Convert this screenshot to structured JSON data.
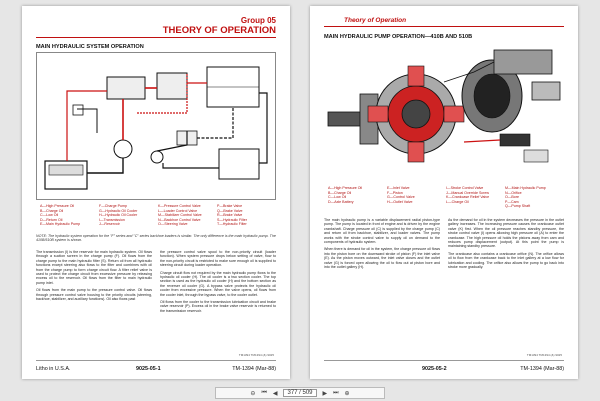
{
  "left_page": {
    "group": "Group 05",
    "title": "THEORY OF OPERATION",
    "section_title": "MAIN HYDRAULIC SYSTEM OPERATION",
    "legend": [
      "A—High Pressure Oil",
      "B—Charge Oil",
      "C—Low Oil",
      "D—Return Oil",
      "E—Main Hydraulic Pump",
      "F—Charge Pump",
      "G—Hydraulic Oil Cooler",
      "H—Hydraulic Oil Cooler",
      "I—Transmission",
      "J—Reservoir",
      "K—Pressure Control Valve",
      "L—Loader Control Valve",
      "M—Stabilizer Control Valve",
      "N—Backhoe Control Valve",
      "O—Steering Valve",
      "P—Brake Valve",
      "Q—Brake Valve",
      "R—Brake Valve",
      "S—Hydraulic Filter",
      "T—Hydraulic Filter"
    ],
    "note": "NOTE: The hydraulic system operation for the \"F\" series and \"C\" series backhoe loaders is similar. The only difference is the main hydraulic pump. The 410B/510B system is shown.",
    "col1": [
      "The transmission (I) is the reservoir for main hydraulic system. Oil flows through a suction screen in the charge pump (F). Oil flows from the charge pump to the main hydraulic filter (S). Return oil from all hydraulic functions except steering also flows to the filter and combines with oil from the charge pump to form charge circuit flow. A filter relief valve is used to protect the charge circuit from excessive pressure by releasing excess oil to the reservoir. Oil flows from the filter to main hydraulic pump inlet.",
      "Oil flows from the main pump to the pressure control valve. Oil flows through pressure control valve housing to the priority circuits (steering, backhoe, stabilizer, and auxiliary functions). Oil also flows past"
    ],
    "col2": [
      "the pressure control valve spool to the non-priority circuit (loader function). When system pressure drops below setting of valve, flow to the non-priority circuit is restricted to make sure enough oil is supplied to steering circuit during loader operation.",
      "Charge circuit flow not required by the main hydraulic pump flows to the hydraulic oil cooler (H). The oil cooler is a two section cooler. The top section is used as the hydraulic oil cooler (H) and the bottom section as the reverser oil cooler (G). A bypass valve protects the hydraulic oil cooler from excessive pressure. When the valve opens, oil flows from the cooler inlet, through the bypass valve, to the cooler outlet.",
      "Oil flows from the cooler to the transmission lubrication circuit and brake valve reservoir (P). Excess oil in the brake valve reservoir is returned to the transmission reservoir."
    ],
    "foot_left": "Litho in U.S.A.",
    "foot_mid": "9025-05-1",
    "foot_right": "TM-1394 (Mar-88)",
    "foot_small": "TM1394 TM1394 (&) 9025"
  },
  "right_page": {
    "header_title": "Theory of Operation",
    "section_title": "MAIN HYDRAULIC PUMP OPERATION—410B AND 510B",
    "legend": [
      "A—High Pressure Oil",
      "B—Charge Oil",
      "C—Low Oil",
      "D—Axle Battery",
      "E—Inlet Valve",
      "F—Piston",
      "G—Control Valve",
      "H—Outlet Valve",
      "I—Stroke Control Valve",
      "J—Manual Override Screw",
      "K—Crankcase Relief Valve",
      "L—Charge Oil",
      "M—Main Hydraulic Pump",
      "N—Orifice",
      "O—Bore",
      "P—Cam",
      "Q—Pump Shaft"
    ],
    "col1": [
      "The main hydraulic pump is a variable displacement radial piston-type pump. The pump is located in front of engine and is driven by the engine crankshaft. Charge pressure oil (C) is supplied by the charge pump (C) and return oil from backhoe, stabilizer, and loader valves. The pump works with the stroke control valve to supply oil on demand to the components of hydraulic system.",
      "When there is demand for oil in the system, the charge pressure oil flows into the piston bore on the downward stroke of piston (F) the inlet valve (E). As the piston moves outward, the inlet valve closes and the outlet valve (G) is forced open allowing the oil to flow out at piston bore and into the outlet gallery (H)."
    ],
    "col2": [
      "As the demand for oil in the system decreases the pressure in the outlet gallery increases. The increasing pressure causes the crankcase outlet valve (K) first. When the oil pressure reaches standby pressure, the stroke control valve (I) opens allowing high pressure oil (A) to enter the crankcase. The high pressure oil holds the pistons away from cam and reduces pump displacement (output). At this point the pump is maintaining standby pressure.",
      "The crankcase also contains a crankcase orifice (N). The orifice allows oil to flow from the crankcase back to the inlet gallery at a low flow for lubrication and cooling. The orifice also allows the pump to go back into stroke more gradually."
    ],
    "foot_mid": "9025-05-2",
    "foot_right": "TM-1394 (Mar-88)",
    "foot_small": "TM1394 TM1394 (&) 9025"
  },
  "viewer": {
    "page_field": "377 / 509"
  },
  "colors": {
    "accent": "#c01010",
    "high_pressure": "#cc1111",
    "low_pressure": "#111111"
  }
}
